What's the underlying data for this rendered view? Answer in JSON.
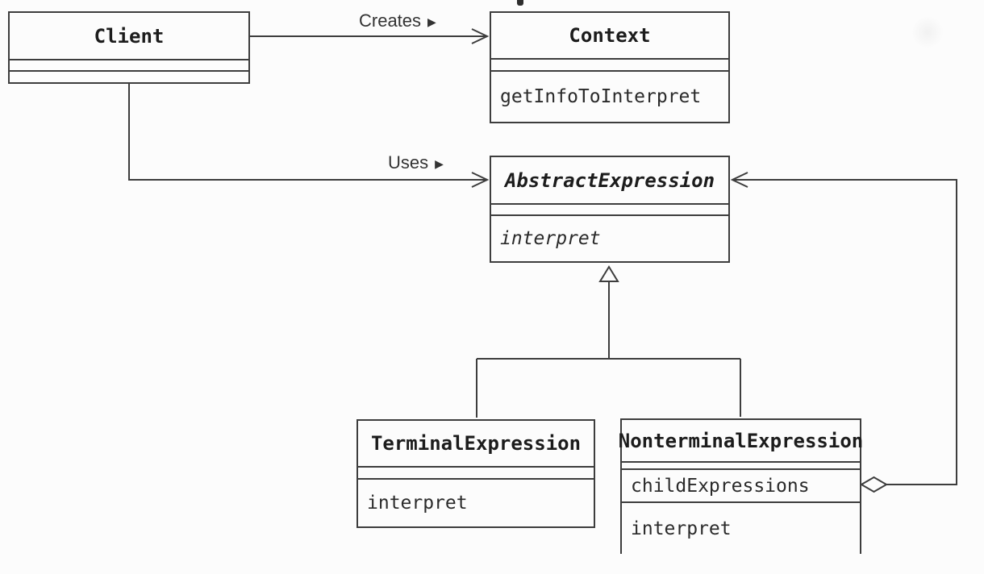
{
  "diagram_type": "uml-class-diagram",
  "colors": {
    "background": "#fcfcfc",
    "line": "#3d3d3d",
    "text": "#1c1c1c"
  },
  "classes": {
    "client": {
      "name": "Client",
      "attributes": [],
      "methods": []
    },
    "context": {
      "name": "Context",
      "attributes": [],
      "methods": [
        "getInfoToInterpret"
      ]
    },
    "abstract_expression": {
      "name": "AbstractExpression",
      "abstract": true,
      "attributes": [],
      "methods": [
        "interpret"
      ]
    },
    "terminal_expression": {
      "name": "TerminalExpression",
      "attributes": [],
      "methods": [
        "interpret"
      ]
    },
    "nonterminal_expression": {
      "name": "NonterminalExpression",
      "attributes": [
        "childExpressions"
      ],
      "methods": [
        "interpret"
      ]
    }
  },
  "relationships": {
    "creates": {
      "type": "directed-association",
      "from": "Client",
      "to": "Context",
      "label": "Creates",
      "marker": "▶"
    },
    "uses": {
      "type": "directed-association",
      "from": "Client",
      "to": "AbstractExpression",
      "label": "Uses",
      "marker": "▶"
    },
    "generalization": {
      "type": "generalization",
      "from": "TerminalExpression, NonterminalExpression",
      "to": "AbstractExpression"
    },
    "aggregation": {
      "type": "aggregation",
      "from": "NonterminalExpression (childExpressions)",
      "to": "AbstractExpression"
    }
  }
}
